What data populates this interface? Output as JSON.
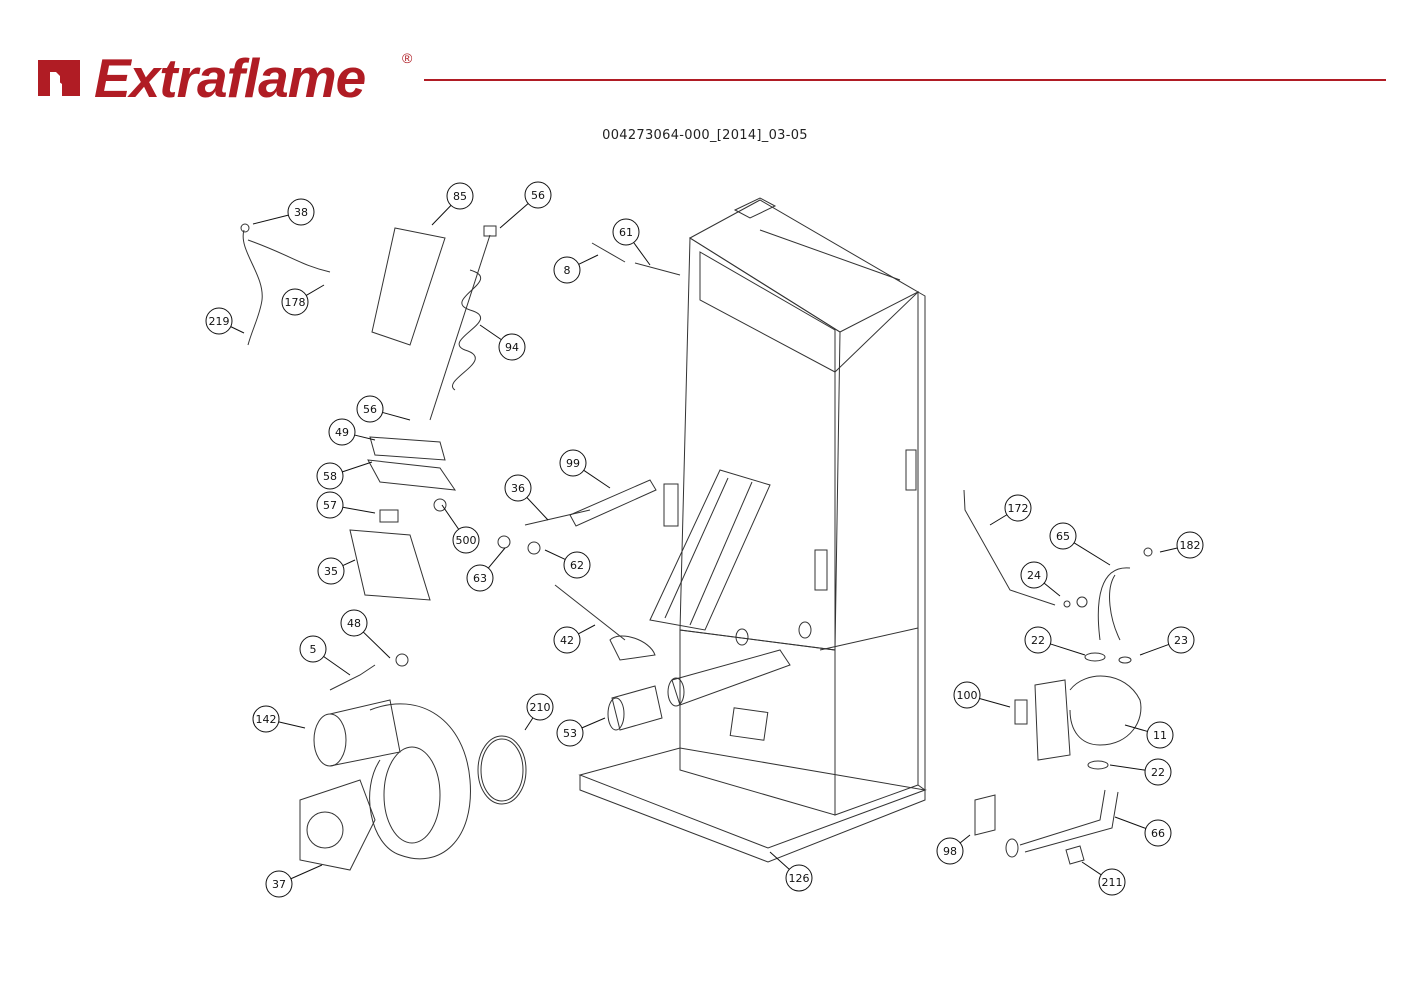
{
  "brand": {
    "name": "Extraflame",
    "registered_mark": "®",
    "color": "#b01c24"
  },
  "document_code": "004273064-000_[2014]_03-05",
  "callouts": [
    {
      "label": "38"
    },
    {
      "label": "85"
    },
    {
      "label": "56"
    },
    {
      "label": "61"
    },
    {
      "label": "8"
    },
    {
      "label": "178"
    },
    {
      "label": "219"
    },
    {
      "label": "94"
    },
    {
      "label": "56"
    },
    {
      "label": "49"
    },
    {
      "label": "58"
    },
    {
      "label": "57"
    },
    {
      "label": "500"
    },
    {
      "label": "35"
    },
    {
      "label": "99"
    },
    {
      "label": "36"
    },
    {
      "label": "62"
    },
    {
      "label": "63"
    },
    {
      "label": "42"
    },
    {
      "label": "48"
    },
    {
      "label": "5"
    },
    {
      "label": "142"
    },
    {
      "label": "210"
    },
    {
      "label": "53"
    },
    {
      "label": "37"
    },
    {
      "label": "126"
    },
    {
      "label": "172"
    },
    {
      "label": "65"
    },
    {
      "label": "182"
    },
    {
      "label": "24"
    },
    {
      "label": "22"
    },
    {
      "label": "23"
    },
    {
      "label": "100"
    },
    {
      "label": "11"
    },
    {
      "label": "22"
    },
    {
      "label": "66"
    },
    {
      "label": "98"
    },
    {
      "label": "211"
    }
  ]
}
